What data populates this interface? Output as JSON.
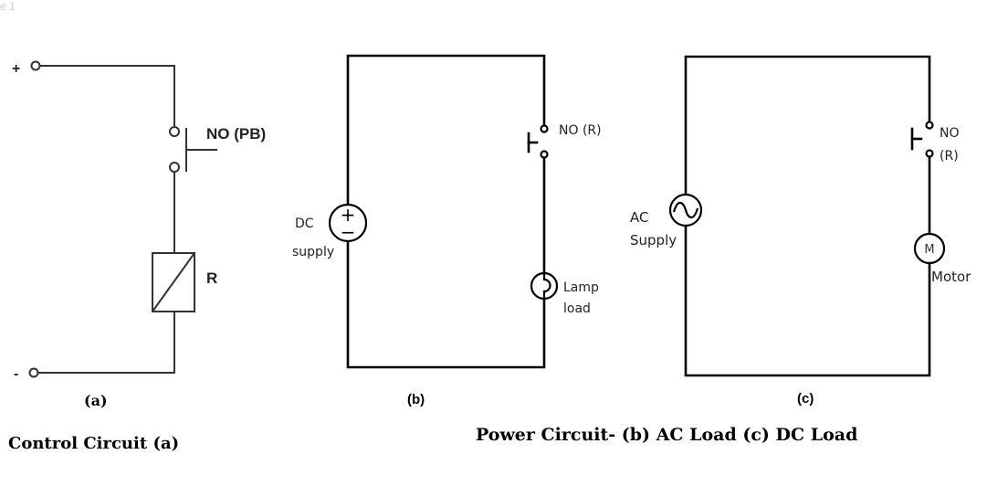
{
  "corner_label": "e 1",
  "circuit_a": {
    "plus_terminal": "+",
    "minus_terminal": "-",
    "switch_label": "NO (PB)",
    "coil_label": "R",
    "sublabel": "(a)",
    "caption": "Control Circuit (a)"
  },
  "circuit_b": {
    "switch_label": "NO (R)",
    "source_label_line1": "DC",
    "source_label_line2": "supply",
    "source_plus": "+",
    "source_minus": "−",
    "load_label_line1": "Lamp",
    "load_label_line2": "load",
    "sublabel": "(b)"
  },
  "circuit_c": {
    "switch_label_line1": "NO",
    "switch_label_line2": "(R)",
    "source_label_line1": "AC",
    "source_label_line2": "Supply",
    "motor_symbol": "M",
    "motor_label": "Motor",
    "sublabel": "(c)"
  },
  "power_caption": "Power Circuit- (b) AC Load (c) DC Load"
}
